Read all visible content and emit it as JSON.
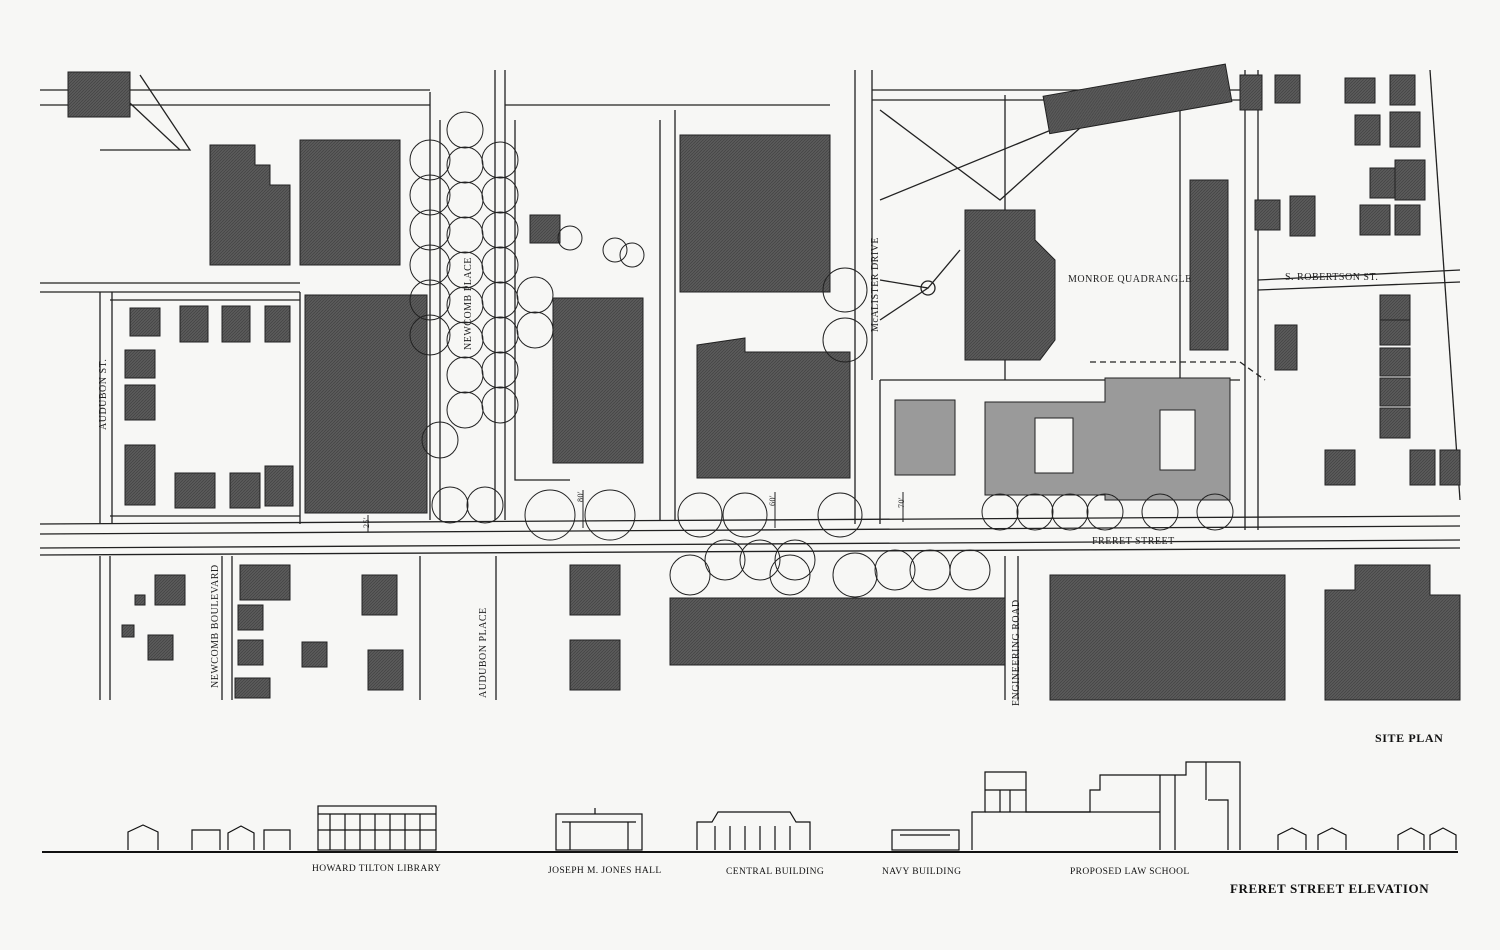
{
  "streets": {
    "audubon_st": "AUDUBON ST.",
    "newcomb_place_upper": "NEWCOMB PLACE",
    "newcomb_boulevard": "NEWCOMB BOULEVARD",
    "audubon_place": "AUDUBON PLACE",
    "mcalister_drive": "McALISTER DRIVE",
    "engineering_road": "ENGINEERING ROAD",
    "s_robertson_st": "S. ROBERTSON ST.",
    "freret_street": "FRERET STREET",
    "monroe_quadrangle": "MONROE QUADRANGLE"
  },
  "dimensions": {
    "d1": "25'",
    "d2": "80'",
    "d3": "60'",
    "d4": "70'"
  },
  "captions": {
    "site_plan": "SITE PLAN",
    "freret_elevation": "FRERET STREET ELEVATION"
  },
  "elevation_labels": {
    "howard_tilton": "HOWARD TILTON LIBRARY",
    "jones_hall": "JOSEPH M. JONES HALL",
    "central": "CENTRAL BUILDING",
    "navy": "NAVY BUILDING",
    "law_school": "PROPOSED LAW SCHOOL"
  },
  "colors": {
    "building_fill": "#555555",
    "law_school_fill": "#9a9a9a",
    "line": "#222222",
    "paper": "#f7f7f5"
  }
}
